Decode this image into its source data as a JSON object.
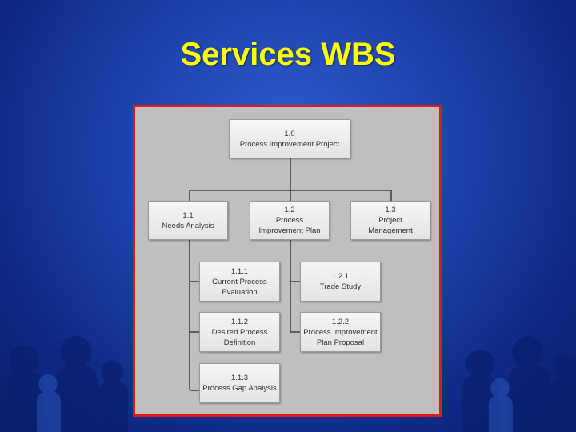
{
  "slide": {
    "title": "Services WBS"
  },
  "wbs": {
    "root": {
      "id": "1.0",
      "label": "Process Improvement Project"
    },
    "n11": {
      "id": "1.1",
      "label": "Needs Analysis"
    },
    "n12": {
      "id": "1.2",
      "label1": "Process",
      "label2": "Improvement Plan"
    },
    "n13": {
      "id": "1.3",
      "label1": "Project",
      "label2": "Management"
    },
    "n111": {
      "id": "1.1.1",
      "label1": "Current Process",
      "label2": "Evaluation"
    },
    "n112": {
      "id": "1.1.2",
      "label1": "Desired Process",
      "label2": "Definition"
    },
    "n113": {
      "id": "1.1.3",
      "label": "Process Gap Analysis"
    },
    "n121": {
      "id": "1.2.1",
      "label": "Trade Study"
    },
    "n122": {
      "id": "1.2.2",
      "label1": "Process Improvement",
      "label2": "Plan Proposal"
    }
  },
  "colors": {
    "title": "#ffff00",
    "frame_border": "#e01818",
    "frame_bg": "#bfbfbf"
  }
}
